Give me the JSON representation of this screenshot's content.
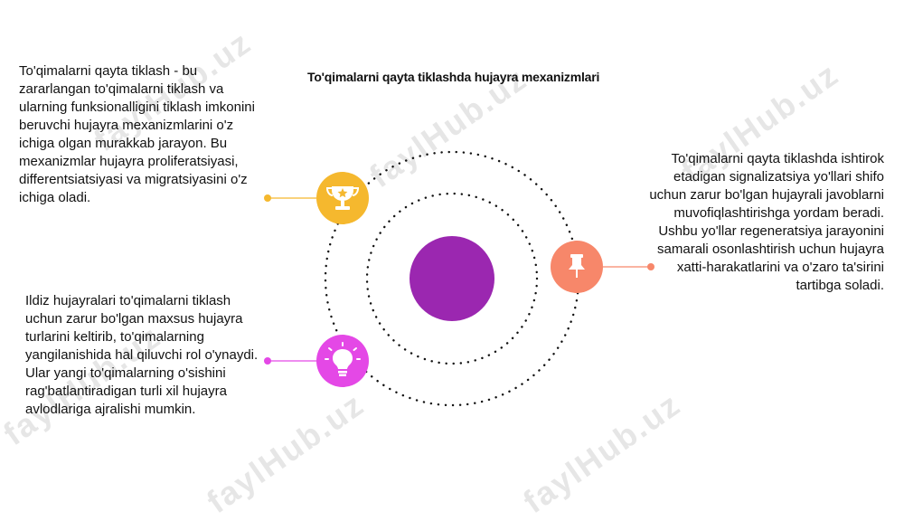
{
  "title": "To'qimalarni qayta tiklashda hujayra mexanizmlari",
  "items": [
    {
      "text": "To'qimalarni qayta tiklash - bu zararlangan to'qimalarni tiklash va ularning funksionalligini tiklash imkonini beruvchi hujayra mexanizmlarini o'z ichiga olgan murakkab jarayon. Bu mexanizmlar hujayra proliferatsiyasi, differentsiatsiyasi va migratsiyasini o'z ichiga oladi.",
      "icon": "trophy-icon",
      "color": "#f5b82e"
    },
    {
      "text": "Ildiz hujayralari to'qimalarni tiklash uchun zarur bo'lgan maxsus hujayra turlarini keltirib, to'qimalarning yangilanishida hal qiluvchi rol o'ynaydi. Ular yangi to'qimalarning o'sishini rag'batlantiradigan turli xil hujayra avlodlariga ajralishi mumkin.",
      "icon": "lightbulb-icon",
      "color": "#e448e6"
    },
    {
      "text": "To'qimalarni qayta tiklashda ishtirok etadigan signalizatsiya yo'llari shifo uchun zarur bo'lgan hujayrali javoblarni muvofiqlashtirishga yordam beradi. Ushbu yo'llar regeneratsiya jarayonini samarali osonlashtirish uchun hujayra xatti-harakatlarini va o'zaro ta'sirini tartibga soladi.",
      "icon": "pushpin-icon",
      "color": "#f7876a"
    }
  ],
  "center_color": "#9b27b0",
  "watermark": "faylHub.uz"
}
